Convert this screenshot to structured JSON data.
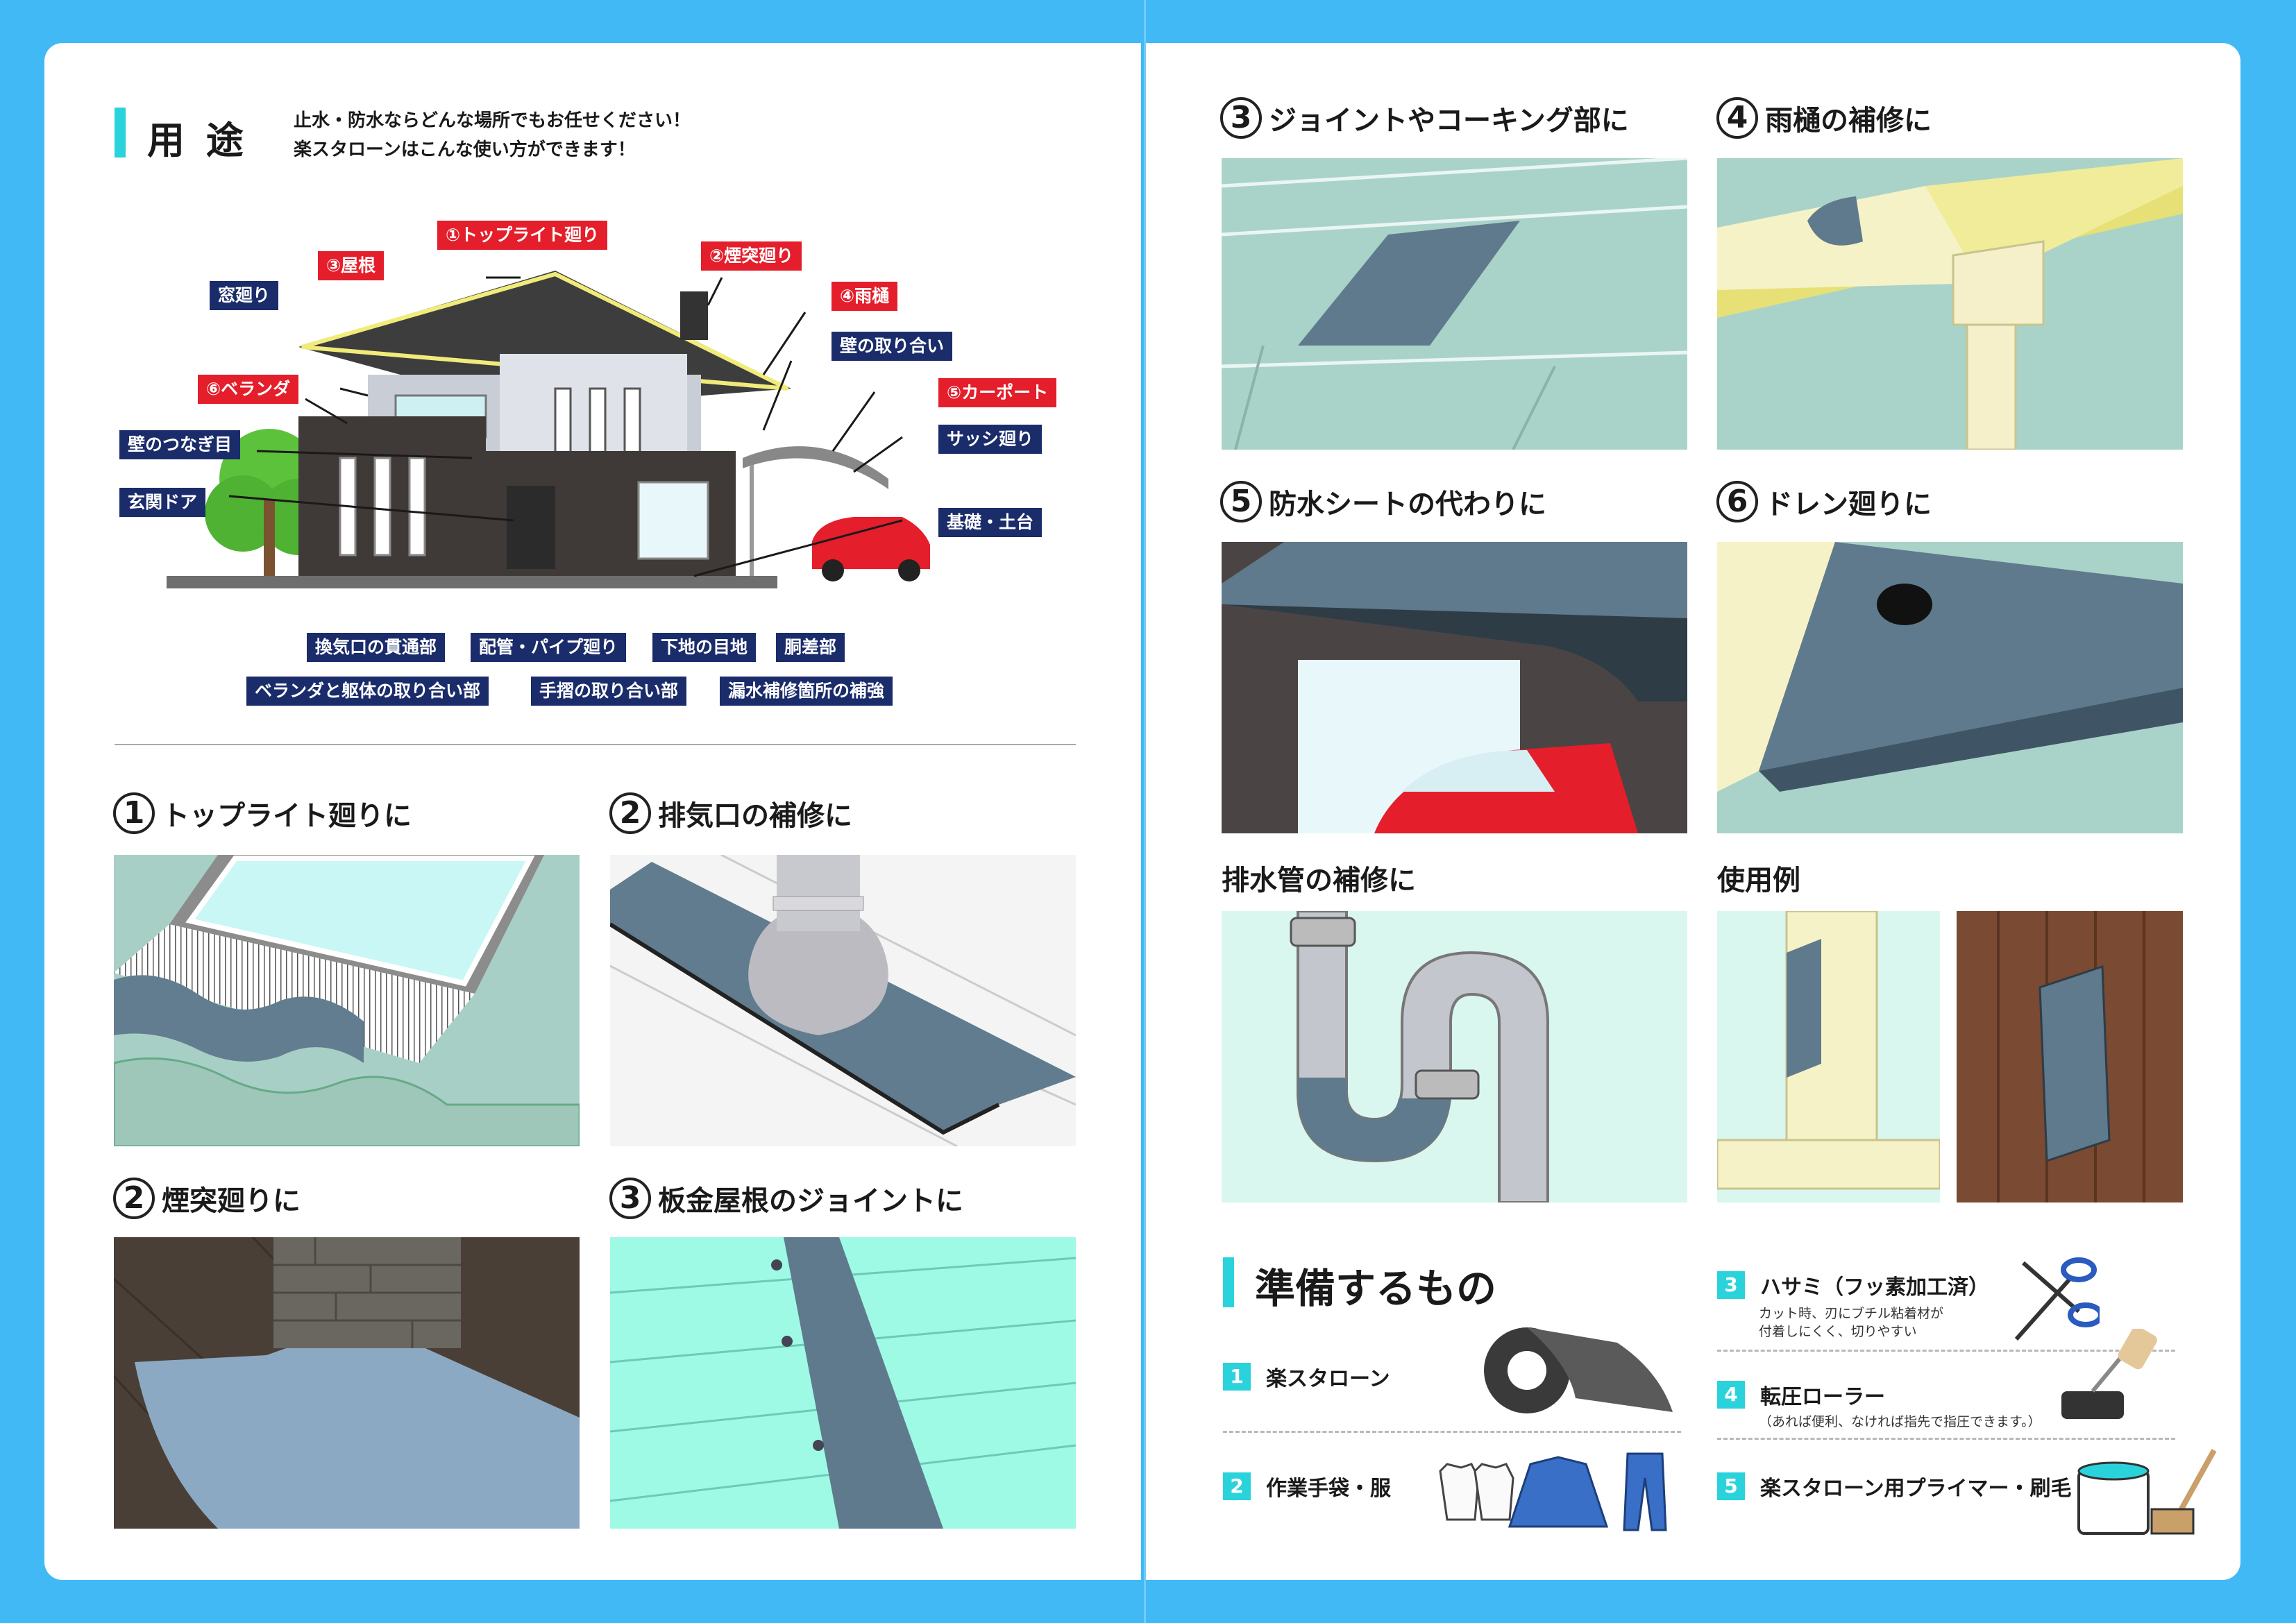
{
  "uses": {
    "title": "用 途",
    "intro_line1": "止水・防水ならどんな場所でもお任せください！",
    "intro_line2": "楽スタローンはこんな使い方ができます！"
  },
  "house_labels": {
    "toplight": "①トップライト廻り",
    "roof": "③屋根",
    "chimney": "②煙突廻り",
    "window": "窓廻り",
    "gutter": "④雨樋",
    "wall_joint": "壁の取り合い",
    "veranda": "⑥ベランダ",
    "carport": "⑤カーポート",
    "wall_seam": "壁のつなぎ目",
    "sash": "サッシ廻り",
    "entrance": "玄関ドア",
    "foundation": "基礎・土台"
  },
  "extra_uses": [
    "換気口の貫通部",
    "配管・パイプ廻り",
    "下地の目地",
    "胴差部",
    "ベランダと躯体の取り合い部",
    "手摺の取り合い部",
    "漏水補修箇所の補強"
  ],
  "left_panels": {
    "p1": {
      "num": "1",
      "title": "トップライト廻りに"
    },
    "p2": {
      "num": "2",
      "title": "排気口の補修に"
    },
    "p3": {
      "num": "2",
      "title": "煙突廻りに"
    },
    "p4": {
      "num": "3",
      "title": "板金屋根のジョイントに"
    }
  },
  "right_panels": {
    "p1": {
      "num": "3",
      "title": "ジョイントやコーキング部に"
    },
    "p2": {
      "num": "4",
      "title": "雨樋の補修に"
    },
    "p3": {
      "num": "5",
      "title": "防水シートの代わりに"
    },
    "p4": {
      "num": "6",
      "title": "ドレン廻りに"
    },
    "p5": {
      "title": "排水管の補修に"
    },
    "p6": {
      "title": "使用例"
    }
  },
  "prep": {
    "title": "準備するもの",
    "items": [
      {
        "num": "1",
        "label": "楽スタローン"
      },
      {
        "num": "2",
        "label": "作業手袋・服"
      },
      {
        "num": "3",
        "label": "ハサミ（フッ素加工済）",
        "note1": "カット時、刃にブチル粘着材が",
        "note2": "付着しにくく、切りやすい"
      },
      {
        "num": "4",
        "label": "転圧ローラー",
        "note1": "（あれば便利、なければ指先で指圧できます。）"
      },
      {
        "num": "5",
        "label": "楽スタローン用プライマー・刷毛"
      }
    ]
  },
  "colors": {
    "background": "#41b9f5",
    "accent": "#2ad3dc",
    "red_label": "#e41e2b",
    "navy_label": "#1b2c6b"
  }
}
